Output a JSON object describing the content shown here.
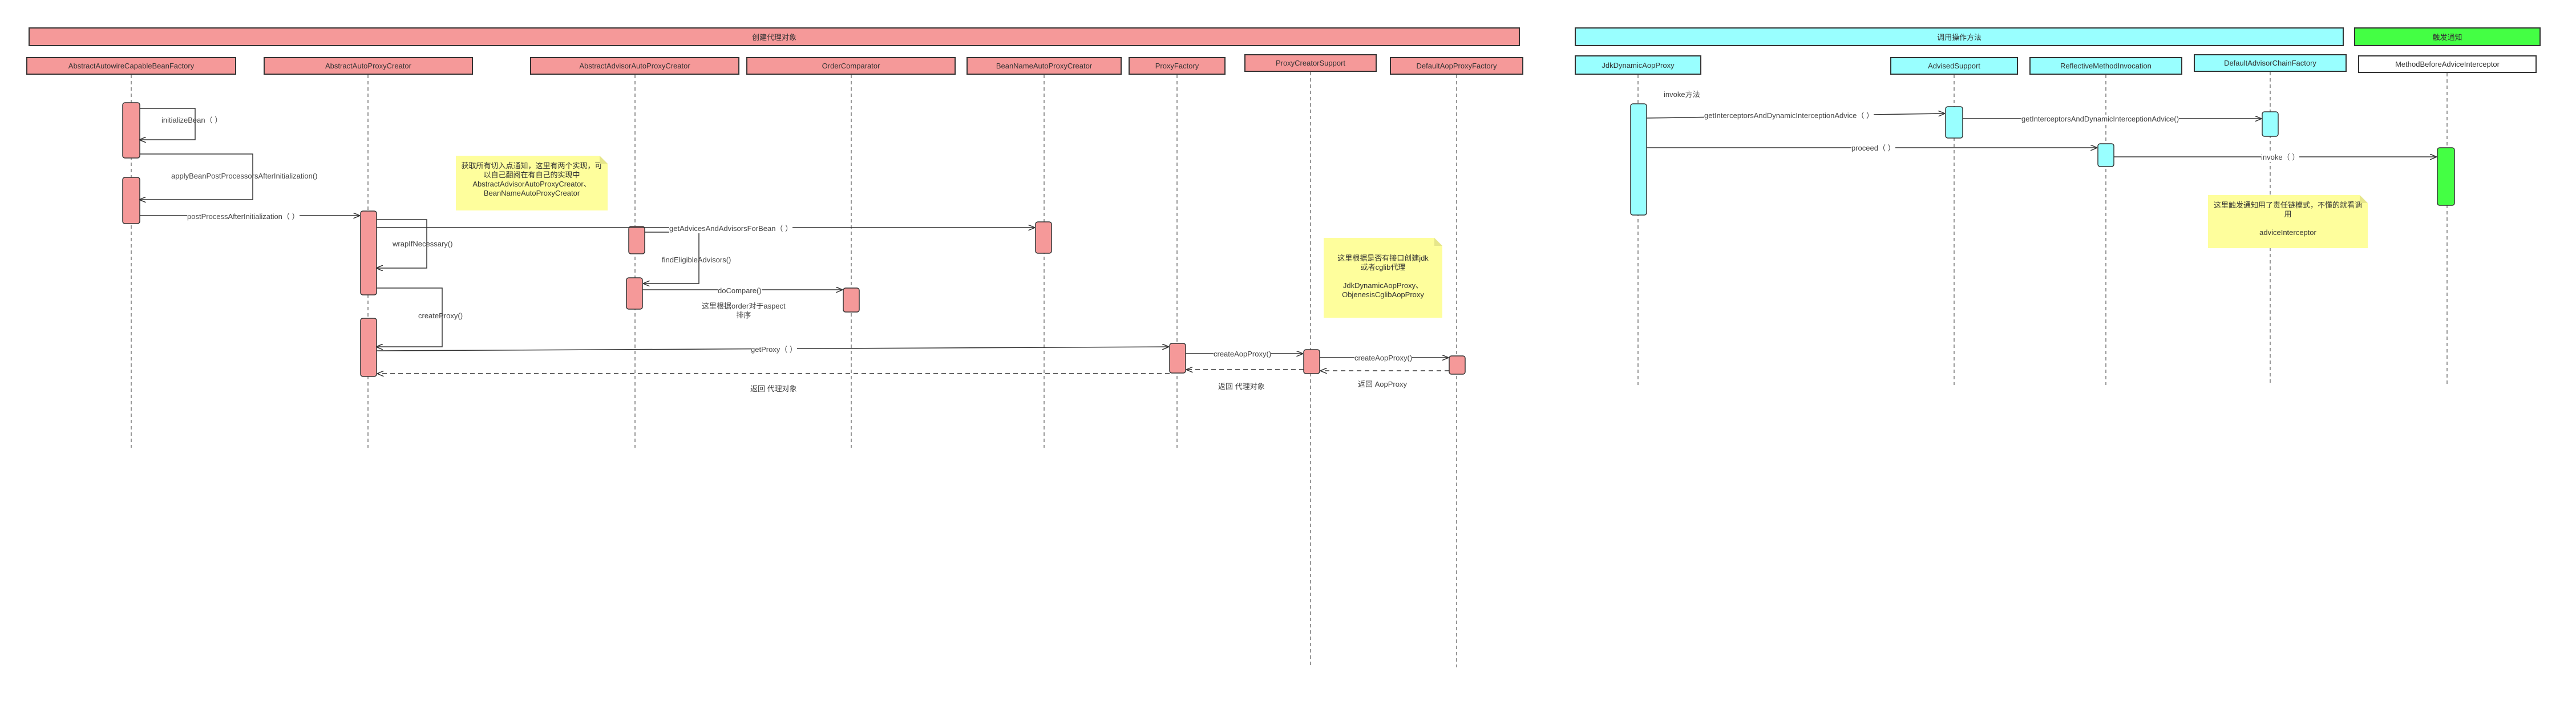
{
  "frames": {
    "create_proxy": "创建代理对象",
    "invoke_method": "调用操作方法",
    "advice": "触发通知"
  },
  "lifelines": [
    {
      "id": "aacbf",
      "label": "AbstractAutowireCapableBeanFactory"
    },
    {
      "id": "aapc",
      "label": "AbstractAutoProxyCreator"
    },
    {
      "id": "aaapc",
      "label": "AbstractAdvisorAutoProxyCreator"
    },
    {
      "id": "oc",
      "label": "OrderComparator"
    },
    {
      "id": "bnapc",
      "label": "BeanNameAutoProxyCreator"
    },
    {
      "id": "pf",
      "label": "ProxyFactory"
    },
    {
      "id": "pcs",
      "label": "ProxyCreatorSupport"
    },
    {
      "id": "dapf",
      "label": "DefaultAopProxyFactory"
    },
    {
      "id": "jdk",
      "label": "JdkDynamicAopProxy"
    },
    {
      "id": "as",
      "label": "AdvisedSupport"
    },
    {
      "id": "rmi",
      "label": "ReflectiveMethodInvocation"
    },
    {
      "id": "dacf",
      "label": "DefaultAdvisorChainFactory"
    },
    {
      "id": "mbai",
      "label": "MethodBeforeAdviceInterceptor"
    }
  ],
  "messages": {
    "initialize_bean": "initializeBean（ ）",
    "apply_before": "applyBeanPostProcessorsAfterInitialization()",
    "post_process_after": "postProcessAfterInitialization（ ）",
    "wrap_if_necessary": "wrapIfNecessary()",
    "get_advices": "getAdvicesAndAdvisorsForBean（ ）",
    "find_eligible": "findEligibleAdvisors()",
    "do_compare": "doCompare()",
    "create_proxy": "createProxy()",
    "get_proxy": "getProxy（ ）",
    "create_aop_proxy_1": "createAopProxy()",
    "create_aop_proxy_2": "createAopProxy()",
    "return_proxy": "返回 代理对象",
    "return_proxy_2": "返回 代理对象",
    "return_aop_proxy": "返回 AopProxy",
    "invoke_method": "invoke方法",
    "get_interceptors_1": "getInterceptorsAndDynamicInterceptionAdvice（ ）",
    "get_interceptors_2": "getInterceptorsAndDynamicInterceptionAdvice()",
    "proceed": "proceed（ ）",
    "invoke": "invoke（ ）",
    "sort_label": "这里根据order对于aspect\n排序"
  },
  "notes": {
    "note1": "获取所有切入点通知，这里有两个实现，可\n以自己翻阅在有自己的实现中\nAbstractAdvisorAutoProxyCreator、\nBeanNameAutoProxyCreator",
    "note2": "这里根据是否有接口创建jdk\n或者cglib代理\n\nJdkDynamicAopProxy、\nObjenesisCglibAopProxy",
    "note3": "这里触发通知用了责任链模式，不懂的就看调\n用\n\nadviceInterceptor"
  },
  "colors": {
    "red": "#f59999",
    "cyan": "#99ffff",
    "green": "#44ff44",
    "note": "#fefe9c"
  }
}
